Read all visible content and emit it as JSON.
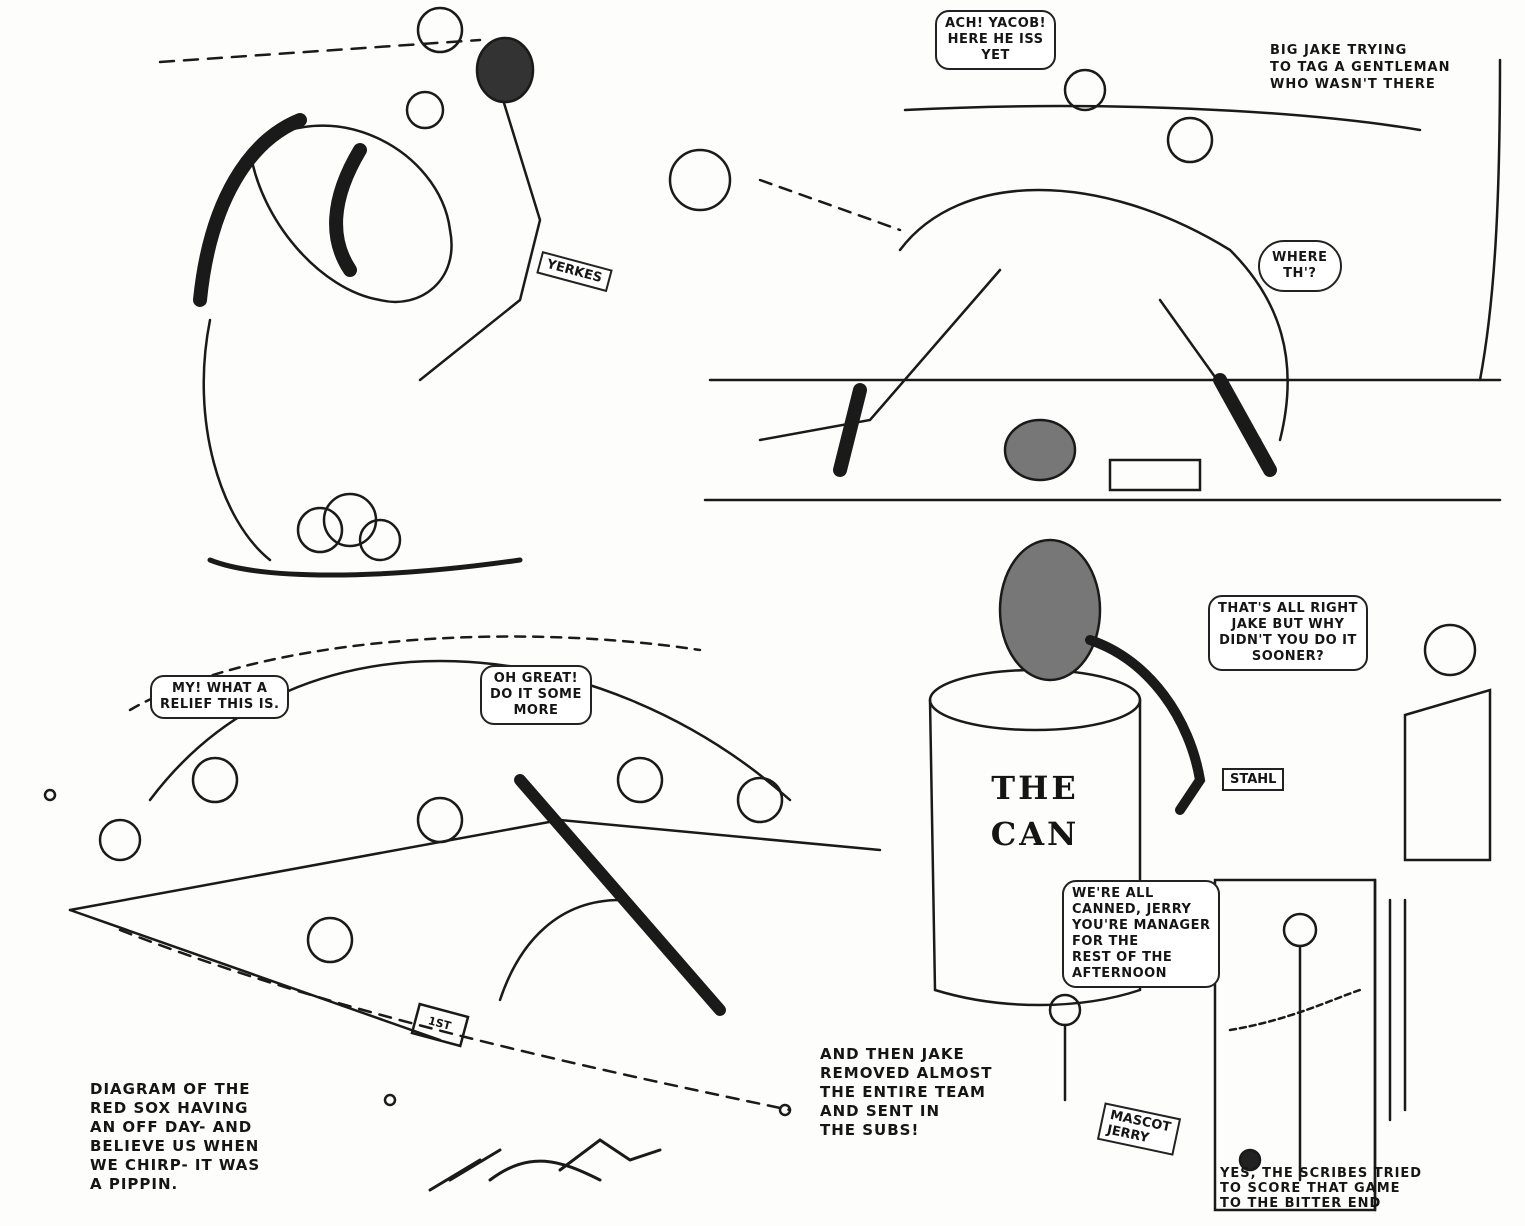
{
  "panel_top_left": {
    "name_tag": "YERKES"
  },
  "panel_top_right": {
    "caption": "BIG JAKE TRYING\nTO TAG A GENTLEMAN\nWHO WASN'T THERE",
    "bubble_umpire": "ACH! YACOB!\nHERE HE ISS\nYET",
    "bubble_jake": "WHERE\nTH'?"
  },
  "panel_bottom_left": {
    "bubble_relief": "MY! WHAT A\nRELIEF THIS IS.",
    "bubble_great": "OH GREAT!\nDO IT SOME\nMORE",
    "base_label": "1ST",
    "caption": "DIAGRAM OF THE\nRED SOX HAVING\nAN OFF DAY- AND\nBELIEVE US WHEN\nWE CHIRP- IT WAS\nA PIPPIN."
  },
  "panel_bottom_right": {
    "bubble_sooner": "THAT'S ALL RIGHT\nJAKE BUT WHY\nDIDN'T YOU DO IT\nSOONER?",
    "can_label": "THE\nCAN",
    "name_tag_stahl": "STAHL",
    "bubble_canned": "WE'RE ALL\nCANNED, JERRY\nYOU'RE MANAGER\nFOR THE\nREST OF THE\nAFTERNOON",
    "name_tag_mascot": "MASCOT\nJERRY",
    "caption_subs": "AND THEN JAKE\nREMOVED ALMOST\nTHE ENTIRE TEAM\nAND SENT IN\nTHE SUBS!",
    "caption_scribes": "YES, THE SCRIBES TRIED\nTO SCORE THAT GAME\nTO THE BITTER END"
  }
}
